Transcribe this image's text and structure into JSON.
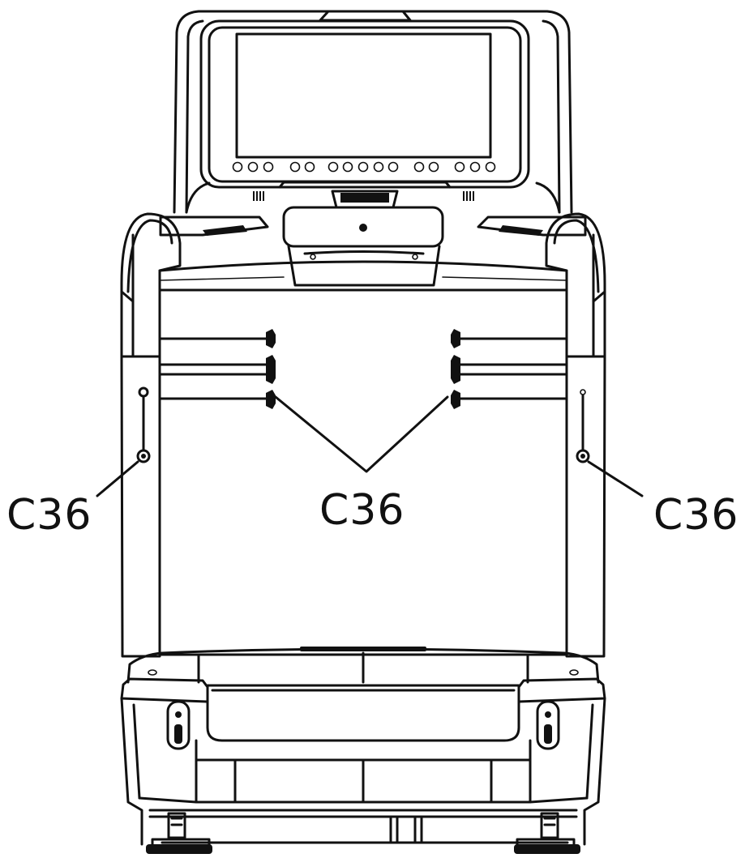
{
  "callouts": [
    {
      "id": "left",
      "text": "C36"
    },
    {
      "id": "center",
      "text": "C36"
    },
    {
      "id": "right",
      "text": "C36"
    }
  ],
  "colors": {
    "line": "#111111",
    "background": "#ffffff"
  }
}
